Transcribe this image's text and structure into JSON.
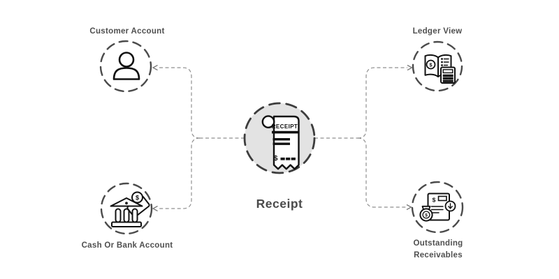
{
  "page": {
    "background": "#ffffff"
  },
  "diagram": {
    "center": {
      "id": "receipt",
      "label": "Receipt",
      "icon": "receipt-icon"
    },
    "nodes": [
      {
        "id": "customer-account",
        "label": "Customer Account",
        "icon": "person-icon",
        "position": "top-left"
      },
      {
        "id": "cash-or-bank-account",
        "label": "Cash Or Bank Account",
        "icon": "bank-icon",
        "position": "bottom-left"
      },
      {
        "id": "ledger-view",
        "label": "Ledger View",
        "icon": "ledger-book-calculator-icon",
        "position": "top-right"
      },
      {
        "id": "outstanding-receivables",
        "label": "Outstanding Receivables",
        "icon": "invoice-money-bag-icon",
        "position": "bottom-right"
      }
    ],
    "connections": [
      {
        "from": "receipt",
        "to": "customer-account",
        "style": "dashed-arrow"
      },
      {
        "from": "receipt",
        "to": "cash-or-bank-account",
        "style": "dashed-arrow"
      },
      {
        "from": "receipt",
        "to": "ledger-view",
        "style": "dashed-arrow"
      },
      {
        "from": "receipt",
        "to": "outstanding-receivables",
        "style": "dashed-arrow"
      }
    ],
    "colors": {
      "node_circle_stroke": "#4b4b4b",
      "center_circle_fill": "#e3e3e3",
      "center_circle_stroke": "#3d3d3d",
      "connector": "#8f8f8f",
      "icon_stroke": "#111111",
      "label_text": "#4f4f4f"
    }
  },
  "glyphs": {
    "dollar": "$",
    "receipt_header": "RECEIPT"
  }
}
